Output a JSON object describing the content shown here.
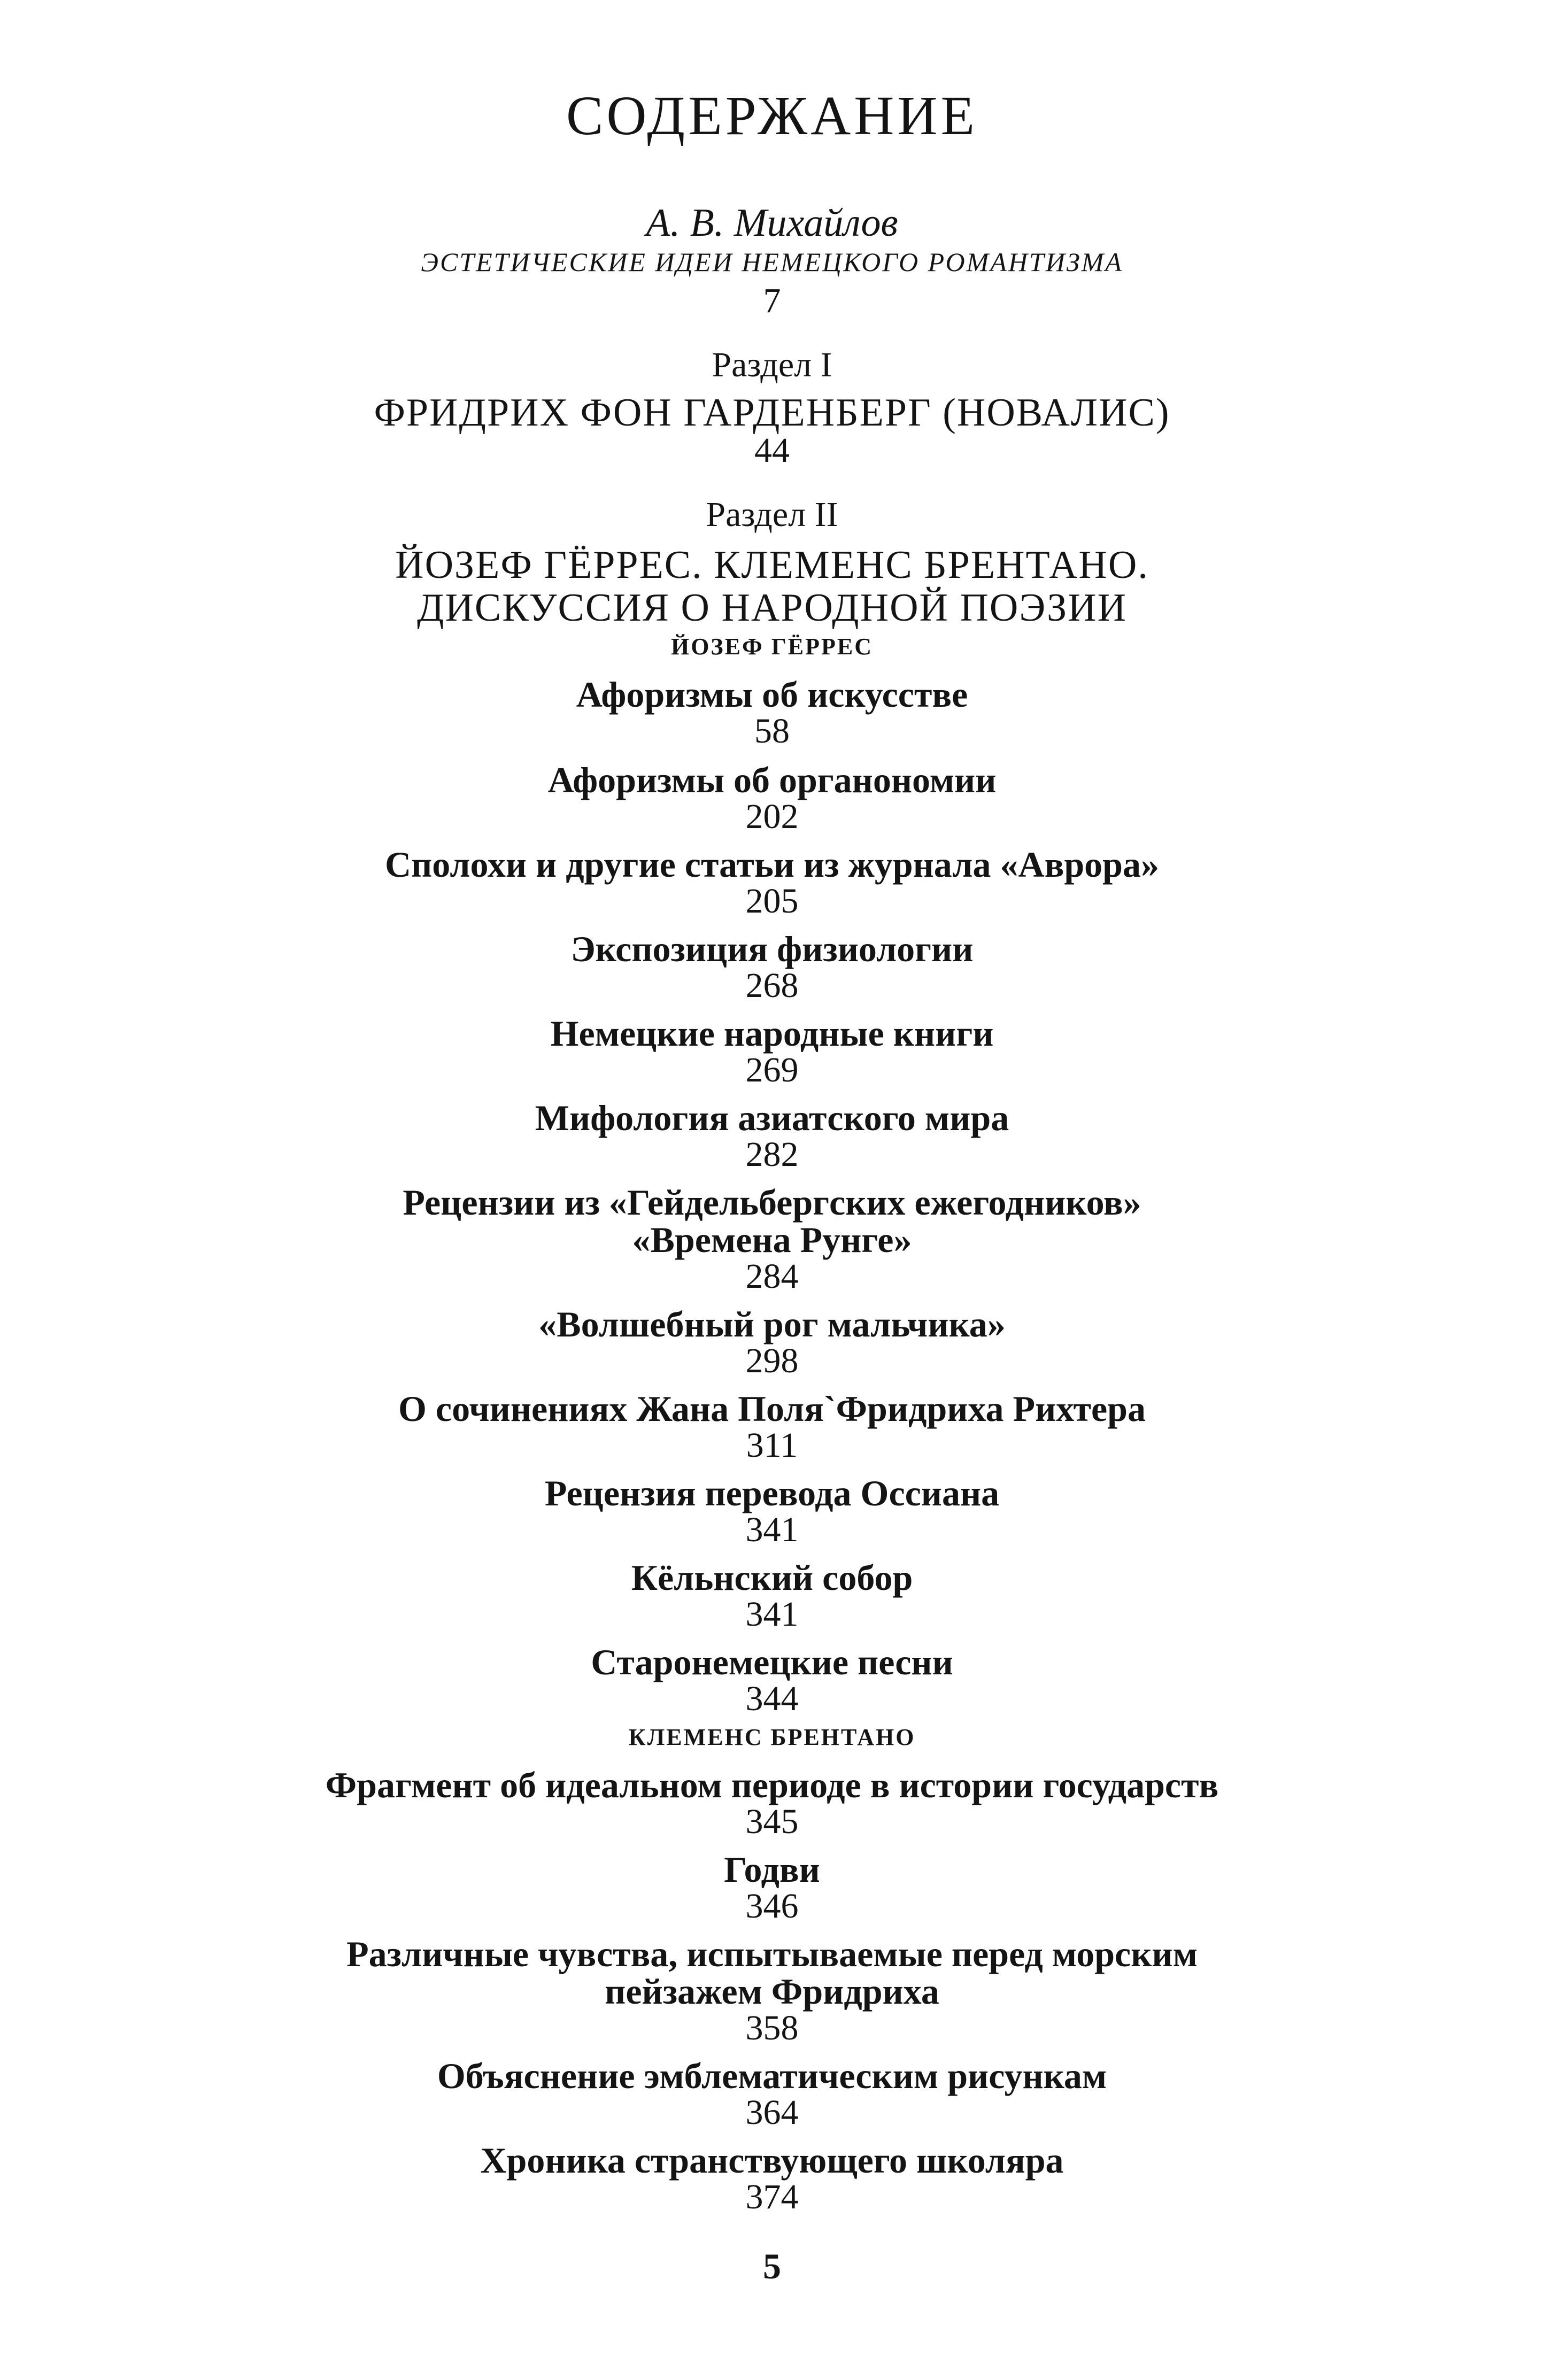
{
  "heading": "СОДЕРЖАНИЕ",
  "intro": {
    "author": "А. В. Михайлов",
    "title": "ЭСТЕТИЧЕСКИЕ ИДЕИ НЕМЕЦКОГО РОМАНТИЗМА",
    "page": "7"
  },
  "section1": {
    "label": "Раздел I",
    "title": "ФРИДРИХ ФОН ГАРДЕНБЕРГ (НОВАЛИС)",
    "page": "44"
  },
  "section2": {
    "label": "Раздел II",
    "title_line1": "ЙОЗЕФ ГЁРРЕС. КЛЕМЕНС БРЕНТАНО.",
    "title_line2": "ДИСКУССИЯ О НАРОДНОЙ ПОЭЗИИ",
    "authors": [
      "ЙОЗЕФ ГЁРРЕС",
      "КЛЕМЕНС БРЕНТАНО"
    ]
  },
  "entries": [
    {
      "title": "Афоризмы об искусстве",
      "page": "58"
    },
    {
      "title": "Афоризмы об органономии",
      "page": "202"
    },
    {
      "title": "Сполохи и другие статьи из журнала «Аврора»",
      "page": "205"
    },
    {
      "title": "Экспозиция физиологии",
      "page": "268"
    },
    {
      "title": "Немецкие народные книги",
      "page": "269"
    },
    {
      "title": "Мифология азиатского мира",
      "page": "282"
    },
    {
      "title": "Рецензии из «Гейдельбергских ежегодников»",
      "subtitle": "«Времена Рунге»",
      "page": "284"
    },
    {
      "title": "«Волшебный рог мальчика»",
      "page": "298"
    },
    {
      "title": "О сочинениях Жана Поля`Фридриха Рихтера",
      "page": "311"
    },
    {
      "title": "Рецензия перевода Оссиана",
      "page": "341"
    },
    {
      "title": "Кёльнский собор",
      "page": "341"
    },
    {
      "title": "Старонемецкие песни",
      "page": "344"
    },
    {
      "title": "Фрагмент об идеальном периоде в истории государств",
      "page": "345"
    },
    {
      "title": "Годви",
      "page": "346"
    },
    {
      "title": "Различные чувства, испытываемые перед морским",
      "subtitle": "пейзажем Фридриха",
      "page": "358"
    },
    {
      "title": "Объяснение эмблематическим рисункам",
      "page": "364"
    },
    {
      "title": "Хроника странствующего школяра",
      "page": "374"
    }
  ],
  "folio": "5"
}
